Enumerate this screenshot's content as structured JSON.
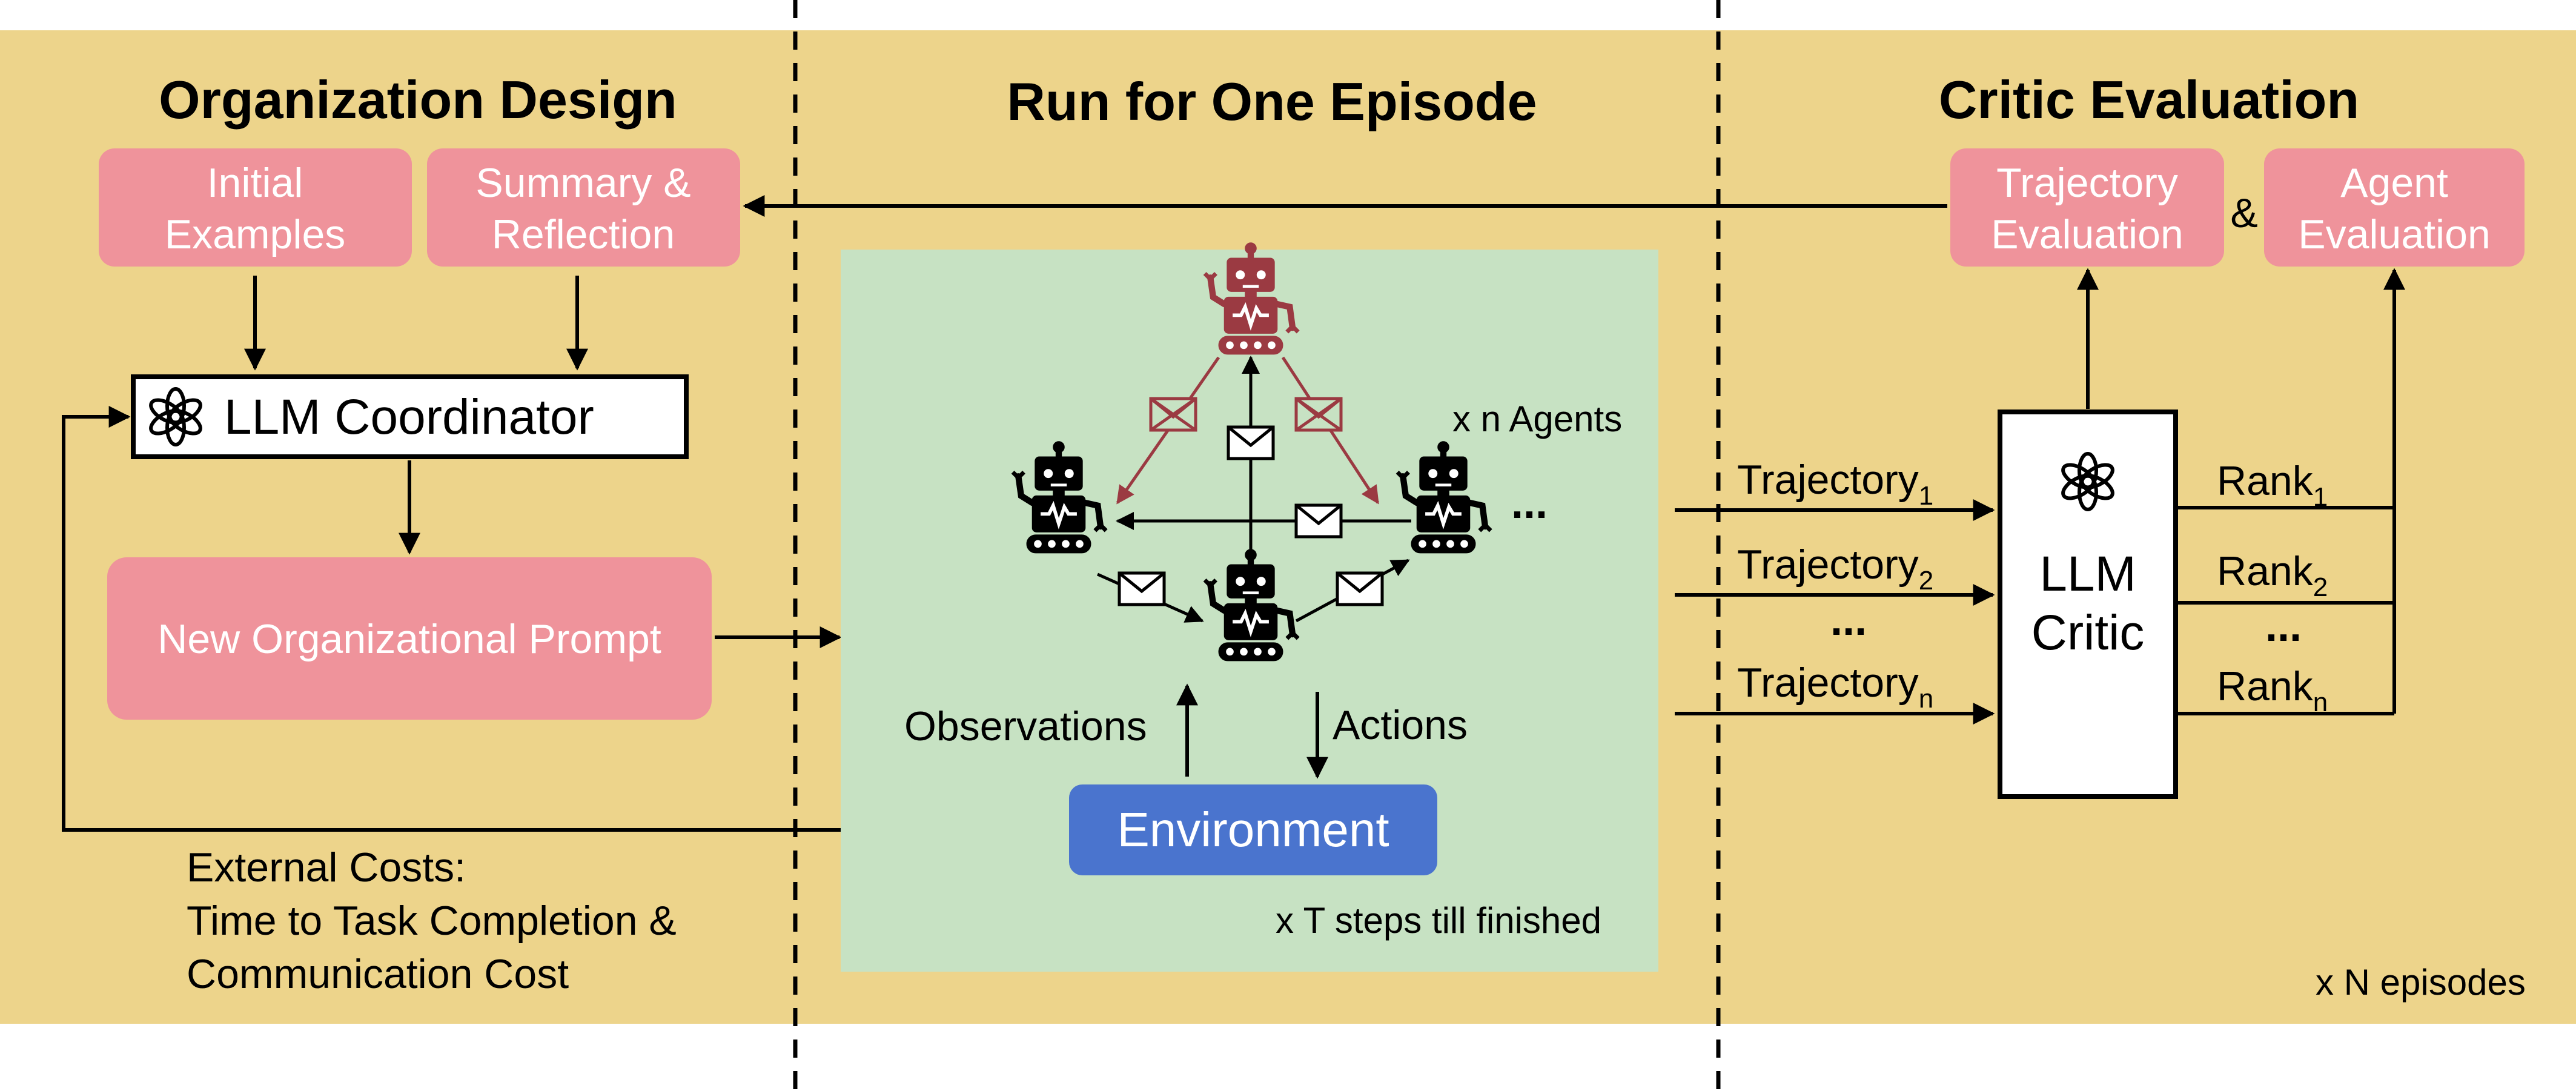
{
  "colors": {
    "background_band": "#EDD48B",
    "pink_box": "#EF939B",
    "green_area": "#C7E2C3",
    "environment_box": "#4A74CE",
    "leader_robot": "#9B3A42",
    "robot": "#000000",
    "envelope_red": "#9B3A42"
  },
  "icons": [
    "openai-logo-icon",
    "robot-icon",
    "envelope-icon"
  ],
  "organization_design": {
    "title": "Organization Design",
    "initial_examples": [
      "Initial",
      "Examples"
    ],
    "summary_reflection": [
      "Summary &",
      "Reflection"
    ],
    "coordinator": "LLM Coordinator",
    "new_prompt": "New Organizational Prompt",
    "external_costs": [
      "External Costs:",
      "Time to Task Completion &",
      "Communication Cost"
    ]
  },
  "run_episode": {
    "title": "Run for One Episode",
    "n_agents": "x n Agents",
    "agents_ellipsis": "...",
    "observations": "Observations",
    "actions": "Actions",
    "environment": "Environment",
    "t_steps": "x T steps till finished"
  },
  "critic_evaluation": {
    "title": "Critic Evaluation",
    "trajectory_evaluation": [
      "Trajectory",
      "Evaluation"
    ],
    "ampersand": "&",
    "agent_evaluation": [
      "Agent",
      "Evaluation"
    ],
    "critic": [
      "LLM",
      "Critic"
    ],
    "trajectory_label": "Trajectory",
    "trajectory_subs": [
      "1",
      "2",
      "n"
    ],
    "rank_label": "Rank",
    "rank_subs": [
      "1",
      "2",
      "n"
    ],
    "ellipsis": "...",
    "n_episodes": "x N episodes"
  }
}
